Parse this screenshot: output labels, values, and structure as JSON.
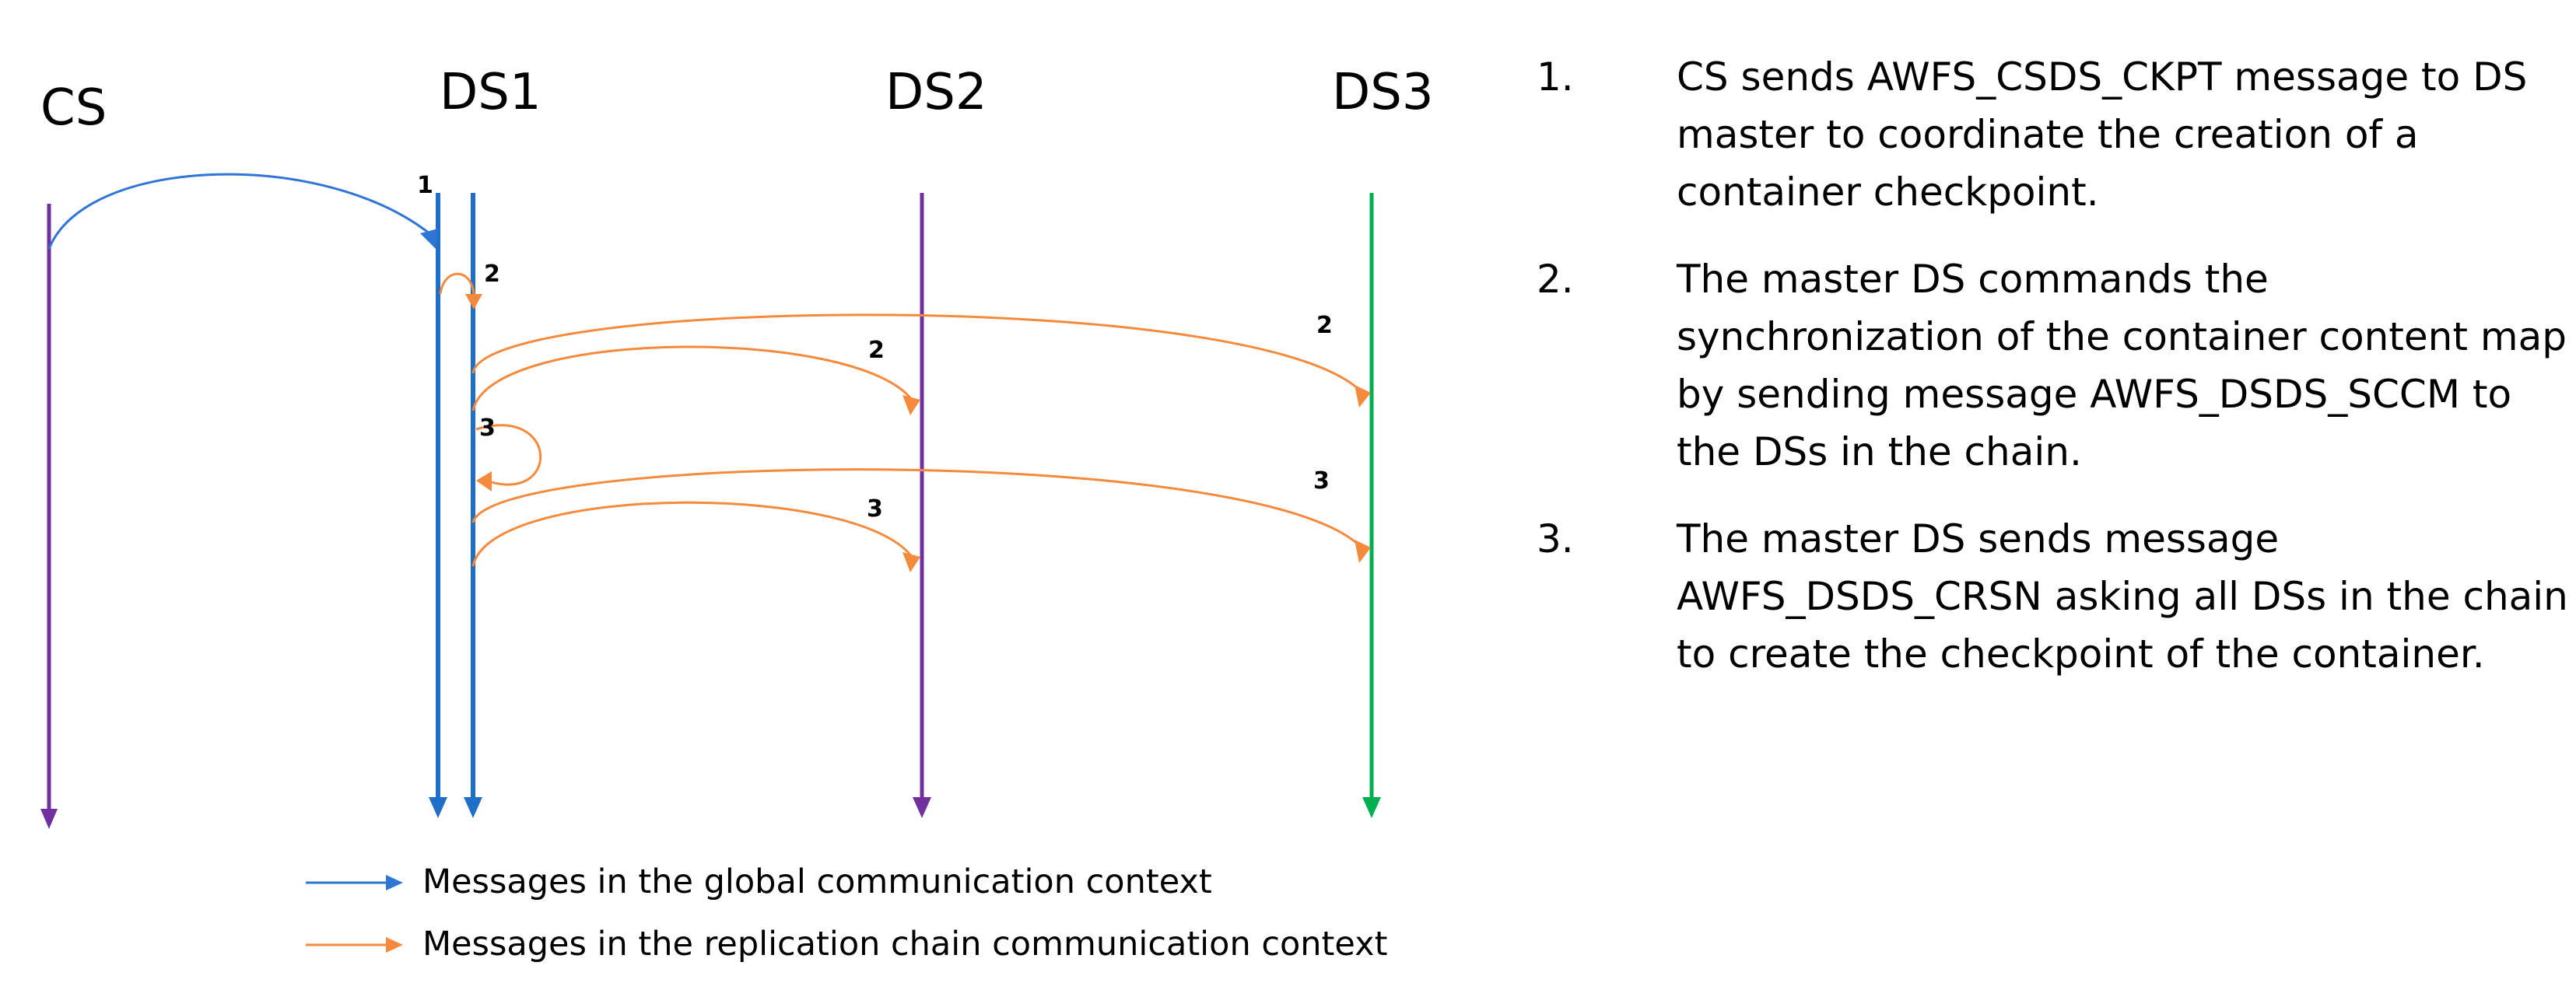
{
  "actors": [
    {
      "id": "cs",
      "label": "CS",
      "color": "#7030A0"
    },
    {
      "id": "ds1",
      "label": "DS1",
      "color": "#1F6FC9"
    },
    {
      "id": "ds2",
      "label": "DS2",
      "color": "#7030A0"
    },
    {
      "id": "ds3",
      "label": "DS3",
      "color": "#00B050"
    }
  ],
  "colors": {
    "global": "#2E75D6",
    "replication": "#F58A3C"
  },
  "messages": [
    {
      "step": "1",
      "from": "CS",
      "to": "DS1",
      "context": "global"
    },
    {
      "step": "2",
      "from": "DS1",
      "to": "DS1",
      "context": "replication"
    },
    {
      "step": "2",
      "from": "DS1",
      "to": "DS2",
      "context": "replication"
    },
    {
      "step": "2",
      "from": "DS1",
      "to": "DS3",
      "context": "replication"
    },
    {
      "step": "3",
      "from": "DS1",
      "to": "DS1",
      "context": "replication"
    },
    {
      "step": "3",
      "from": "DS1",
      "to": "DS2",
      "context": "replication"
    },
    {
      "step": "3",
      "from": "DS1",
      "to": "DS3",
      "context": "replication"
    }
  ],
  "legend": {
    "global": "Messages in the global communication context",
    "replication": "Messages in the replication chain communication context"
  },
  "steps": [
    {
      "num": "1.",
      "text": "CS sends AWFS_CSDS_CKPT message to DS master to coordinate the creation of a container checkpoint."
    },
    {
      "num": "2.",
      "text": "The master DS commands the synchronization of the container content map by sending message AWFS_DSDS_SCCM to the DSs in the chain."
    },
    {
      "num": "3.",
      "text": "The master DS sends message AWFS_DSDS_CRSN asking all DSs in the chain to create the checkpoint of the container."
    }
  ]
}
